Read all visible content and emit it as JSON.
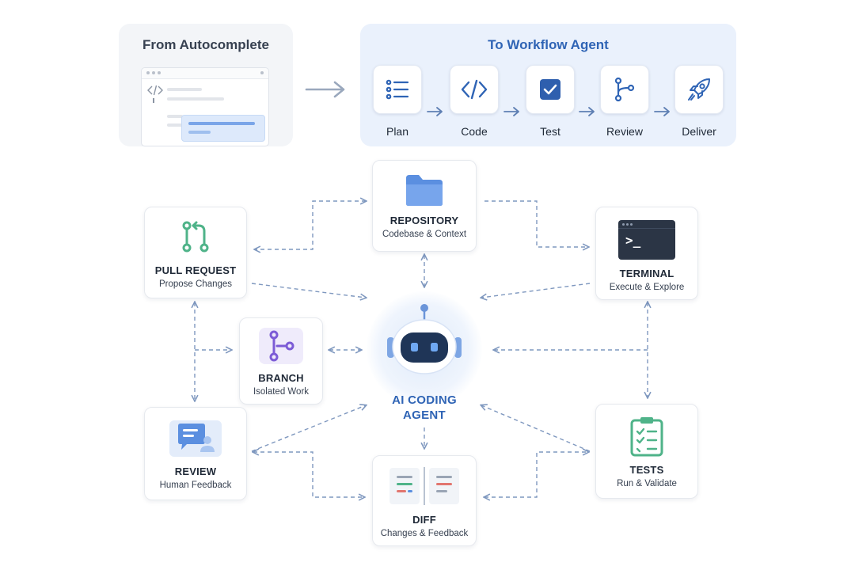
{
  "header": {
    "left_title": "From Autocomplete",
    "right_title": "To Workflow Agent"
  },
  "workflow": {
    "steps": [
      {
        "label": "Plan",
        "icon": "list-icon"
      },
      {
        "label": "Code",
        "icon": "code-icon"
      },
      {
        "label": "Test",
        "icon": "checkbox-icon"
      },
      {
        "label": "Review",
        "icon": "git-branch-icon"
      },
      {
        "label": "Deliver",
        "icon": "rocket-icon"
      }
    ]
  },
  "agent": {
    "label_line1": "AI CODING",
    "label_line2": "AGENT",
    "icon": "robot-icon"
  },
  "nodes": {
    "repository": {
      "title": "REPOSITORY",
      "subtitle": "Codebase & Context",
      "icon": "folder-icon"
    },
    "pull_request": {
      "title": "PULL REQUEST",
      "subtitle": "Propose Changes",
      "icon": "pull-request-icon"
    },
    "terminal": {
      "title": "TERMINAL",
      "subtitle": "Execute & Explore",
      "icon": "terminal-icon",
      "prompt": ">_"
    },
    "branch": {
      "title": "BRANCH",
      "subtitle": "Isolated Work",
      "icon": "branch-icon"
    },
    "review": {
      "title": "REVIEW",
      "subtitle": "Human Feedback",
      "icon": "chat-icon"
    },
    "diff": {
      "title": "DIFF",
      "subtitle": "Changes & Feedback",
      "icon": "diff-icon"
    },
    "tests": {
      "title": "TESTS",
      "subtitle": "Run & Validate",
      "icon": "clipboard-check-icon"
    }
  },
  "colors": {
    "accent_blue": "#2f64b5",
    "connector": "#7f98bf",
    "green": "#4fb389",
    "purple": "#7c5cd6",
    "terminal_dark": "#2b3545"
  }
}
